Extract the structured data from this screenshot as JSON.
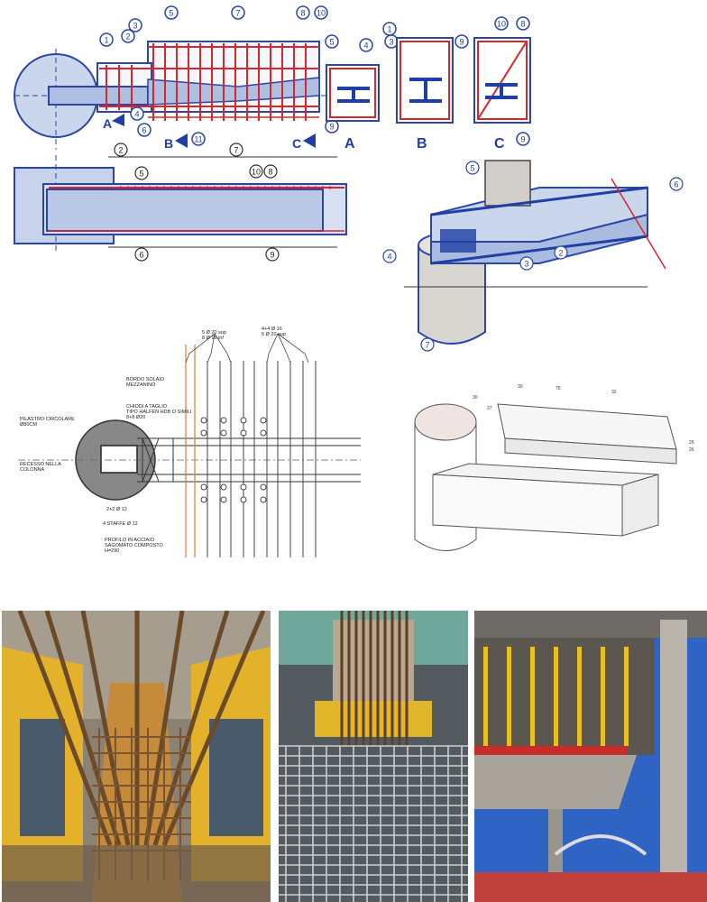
{
  "sketch_top": {
    "callouts": [
      "1",
      "2",
      "3",
      "5",
      "7",
      "8",
      "10",
      "4",
      "6",
      "11",
      "9",
      "5",
      "4",
      "3",
      "9",
      "1",
      "10",
      "8",
      "9"
    ],
    "section_markers": [
      "A",
      "B",
      "C"
    ],
    "section_labels": [
      "A",
      "B",
      "C"
    ],
    "bottom_markers": [
      "2",
      "7",
      "9",
      "11"
    ]
  },
  "sketch_mid": {
    "callouts": [
      "2",
      "5",
      "7",
      "10",
      "8",
      "6",
      "9"
    ]
  },
  "sketch_iso": {
    "callouts": [
      "5",
      "6",
      "4",
      "2",
      "3",
      "7"
    ]
  },
  "cad_plan": {
    "label_column": "PILASTRO CIRCOLARE\nØ80CM",
    "label_recess": "RECESSO NELLA\nCOLONNA",
    "label_slab": "BORDO SOLAIO\nMEZZANINO",
    "label_studs": "CHIODI A TAGLIO\nTIPO HALFEN HDB O SIMILI\n8+8 Ø20",
    "label_bars_top": "5 Ø 20 sup\n8 Ø 16 inf",
    "label_bars_top2": "4+4 Ø 16\n5 Ø 20 sup",
    "label_stirrups_a": "2+2 Ø 12",
    "label_stirrups_b": "4 STAFFE Ø 12",
    "label_profile": "PROFILO IN ACCIAIO\nSAGOMATO COMPOSTO\nH=290"
  },
  "cad_iso": {
    "dims": [
      "30",
      "27",
      "30",
      "75",
      "32",
      "29",
      "26"
    ]
  },
  "photos": [
    {
      "name": "photo-rebar-cage",
      "caption": ""
    },
    {
      "name": "photo-rebar-mesh",
      "caption": ""
    },
    {
      "name": "photo-building-frame",
      "caption": ""
    }
  ],
  "colors": {
    "red": "#d8262a",
    "blue": "#1f3fa5",
    "blueFill": "#b9c9e6",
    "yellow": "#e0b51a",
    "concrete": "#b8b0a4",
    "sky": "#2f63c4"
  }
}
